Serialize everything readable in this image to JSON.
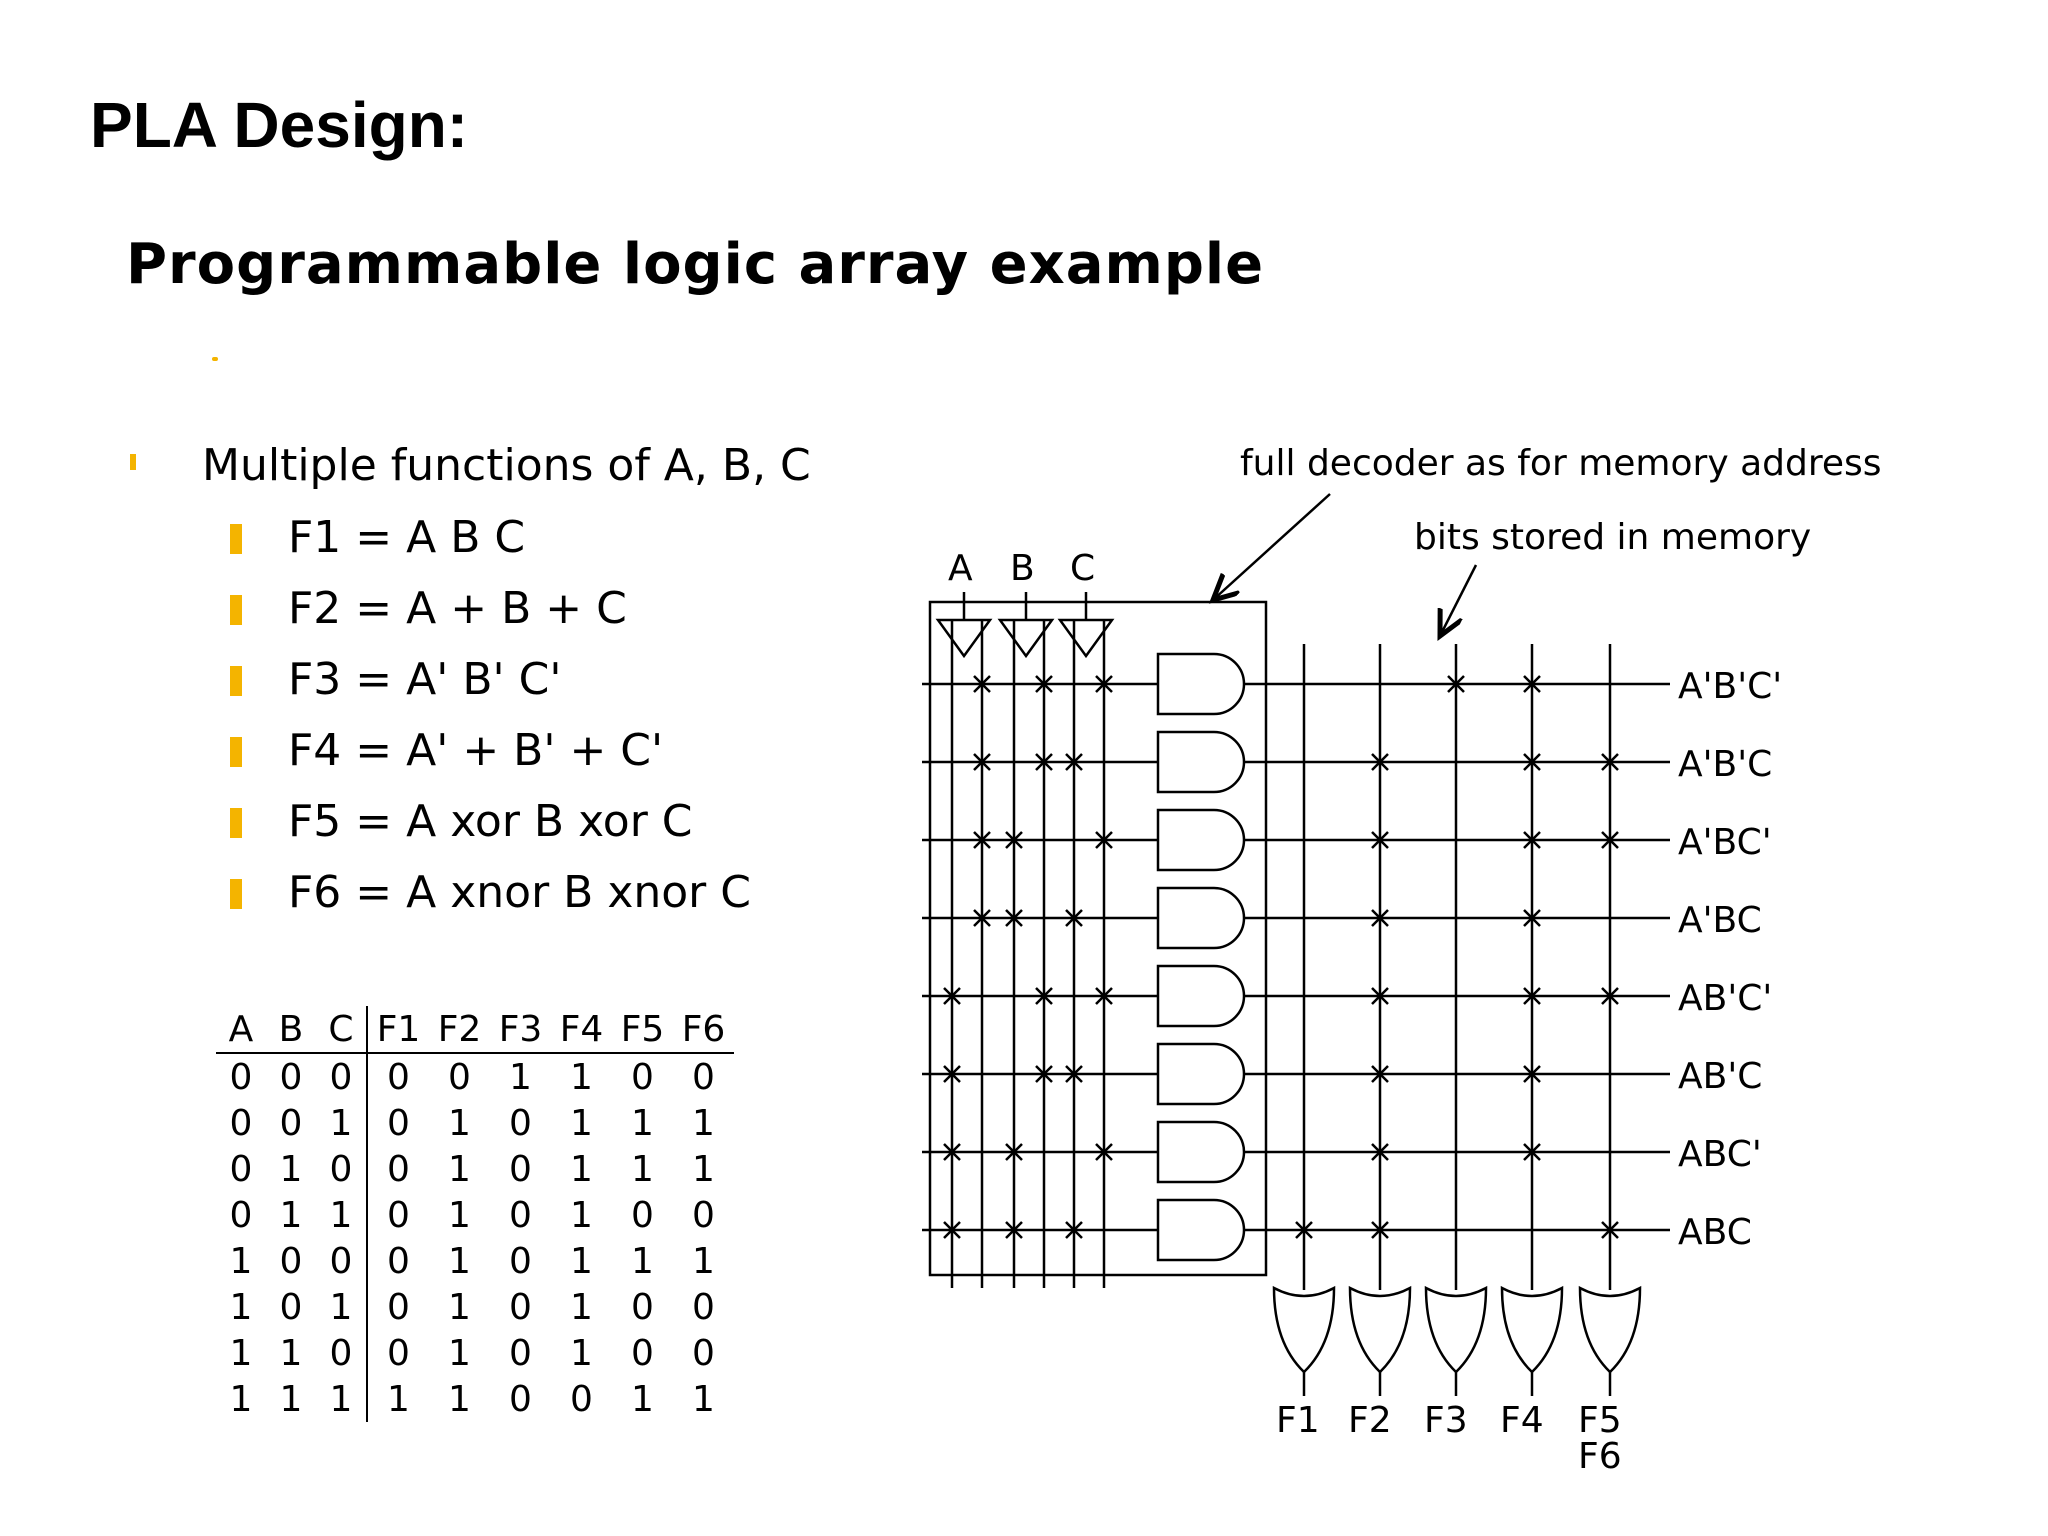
{
  "page_title": "PLA Design:",
  "slide_title": "Programmable logic array example",
  "bullets": {
    "main": "Multiple functions of A, B, C",
    "items": [
      "F1 = A B C",
      "F2 = A + B + C",
      "F3 = A' B' C'",
      "F4 = A' + B' + C'",
      "F5 = A xor B xor C",
      "F6 = A xnor B xnor C"
    ]
  },
  "truth_table": {
    "headers": [
      "A",
      "B",
      "C",
      "F1",
      "F2",
      "F3",
      "F4",
      "F5",
      "F6"
    ],
    "rows": [
      [
        "0",
        "0",
        "0",
        "0",
        "0",
        "1",
        "1",
        "0",
        "0"
      ],
      [
        "0",
        "0",
        "1",
        "0",
        "1",
        "0",
        "1",
        "1",
        "1"
      ],
      [
        "0",
        "1",
        "0",
        "0",
        "1",
        "0",
        "1",
        "1",
        "1"
      ],
      [
        "0",
        "1",
        "1",
        "0",
        "1",
        "0",
        "1",
        "0",
        "0"
      ],
      [
        "1",
        "0",
        "0",
        "0",
        "1",
        "0",
        "1",
        "1",
        "1"
      ],
      [
        "1",
        "0",
        "1",
        "0",
        "1",
        "0",
        "1",
        "0",
        "0"
      ],
      [
        "1",
        "1",
        "0",
        "0",
        "1",
        "0",
        "1",
        "0",
        "0"
      ],
      [
        "1",
        "1",
        "1",
        "1",
        "1",
        "0",
        "0",
        "1",
        "1"
      ]
    ]
  },
  "diagram": {
    "annotation_decoder": "full decoder as for memory address",
    "annotation_memory": "bits stored in memory",
    "inputs": [
      "A",
      "B",
      "C"
    ],
    "minterms": [
      "A'B'C'",
      "A'B'C",
      "A'BC'",
      "A'BC",
      "AB'C'",
      "AB'C",
      "ABC'",
      "ABC"
    ],
    "outputs": [
      "F1",
      "F2",
      "F3",
      "F4",
      "F5",
      "F6"
    ],
    "or_connections": [
      [
        false,
        false,
        true,
        true,
        false
      ],
      [
        false,
        true,
        false,
        true,
        true
      ],
      [
        false,
        true,
        false,
        true,
        true
      ],
      [
        false,
        true,
        false,
        true,
        false
      ],
      [
        false,
        true,
        false,
        true,
        true
      ],
      [
        false,
        true,
        false,
        true,
        false
      ],
      [
        false,
        true,
        false,
        true,
        false
      ],
      [
        true,
        true,
        false,
        false,
        true
      ]
    ]
  }
}
